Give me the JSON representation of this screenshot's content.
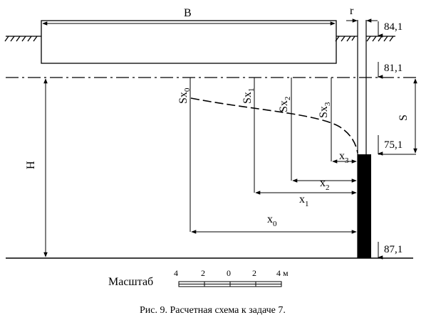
{
  "labels": {
    "B": "B",
    "r": "r",
    "H": "H",
    "S": "S",
    "x0": "x",
    "x0_sub": "0",
    "x1": "x",
    "x1_sub": "1",
    "x2": "x",
    "x2_sub": "2",
    "x3": "x",
    "x3_sub": "3",
    "sx0": "Sx",
    "sx0_sub": "0",
    "sx1": "Sx",
    "sx1_sub": "1",
    "sx2": "Sx",
    "sx2_sub": "2",
    "sx3": "Sx",
    "sx3_sub": "3"
  },
  "elevations": {
    "top": "84,1",
    "static_level": "81,1",
    "dynamic_level": "75,1",
    "bottom": "87,1"
  },
  "scale": {
    "title": "Масштаб",
    "ticks": [
      "4",
      "2",
      "0",
      "2",
      "4 м"
    ]
  },
  "caption": "Рис. 9. Расчетная схема к задаче 7."
}
